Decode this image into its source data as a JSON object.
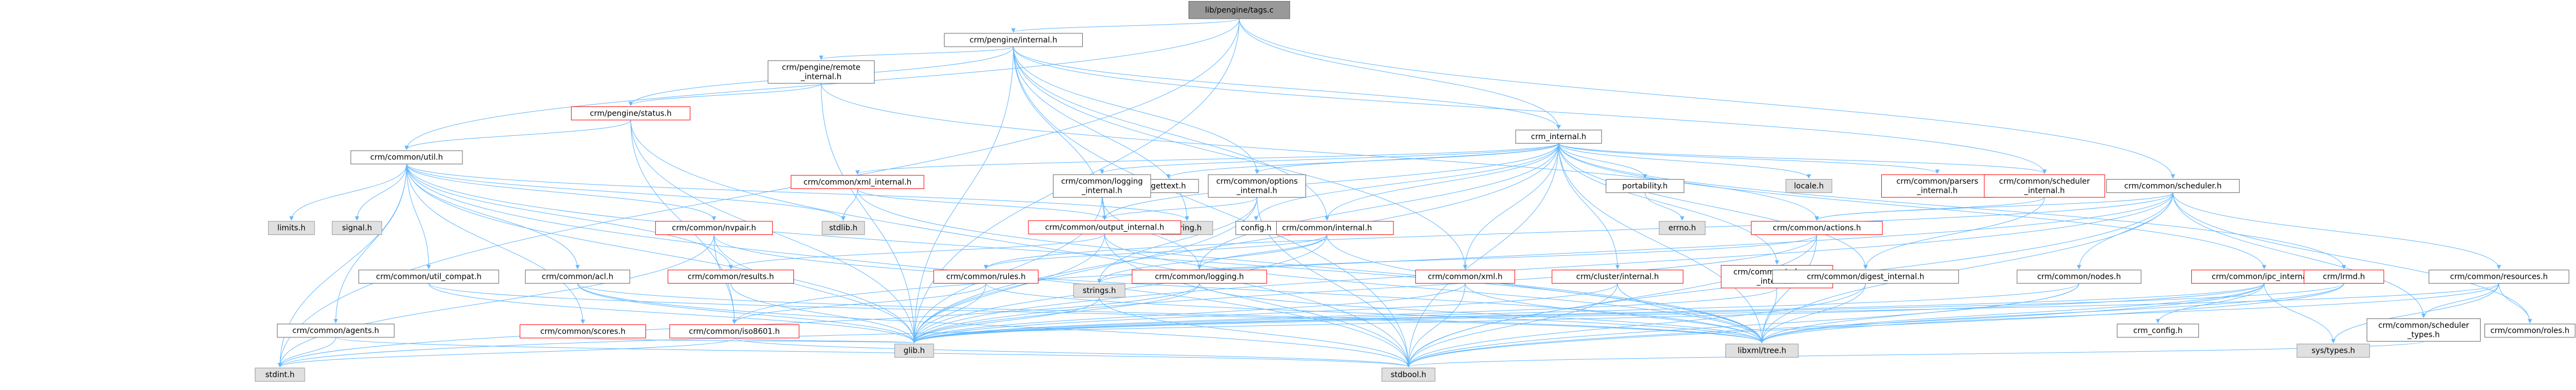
{
  "title": "lib/pengine/tags.c",
  "colors": {
    "root_fill": "#999999",
    "node_fill": "#ffffff",
    "system_fill": "#e0e0e0",
    "border_gray": "#666666",
    "border_sys": "#999999",
    "border_red": "#ff0000",
    "edge": "#63b8ff"
  },
  "nodes": [
    {
      "id": "root",
      "label": "lib/pengine/tags.c",
      "kind": "root"
    },
    {
      "id": "pe_internal",
      "label": "crm/pengine/internal.h",
      "kind": "doc"
    },
    {
      "id": "crm_internal",
      "label": "crm_internal.h",
      "kind": "doc"
    },
    {
      "id": "remote_internal",
      "label": [
        "crm/pengine/remote",
        "_internal.h"
      ],
      "kind": "doc"
    },
    {
      "id": "pe_status",
      "label": "crm/pengine/status.h",
      "kind": "incomplete"
    },
    {
      "id": "util",
      "label": "crm/common/util.h",
      "kind": "doc"
    },
    {
      "id": "scheduler",
      "label": "crm/common/scheduler.h",
      "kind": "doc"
    },
    {
      "id": "xml_internal",
      "label": "crm/common/xml_internal.h",
      "kind": "incomplete"
    },
    {
      "id": "gettext",
      "label": "gettext.h",
      "kind": "doc"
    },
    {
      "id": "logging_internal",
      "label": [
        "crm/common/logging",
        "_internal.h"
      ],
      "kind": "doc"
    },
    {
      "id": "options_internal",
      "label": [
        "crm/common/options",
        "_internal.h"
      ],
      "kind": "doc"
    },
    {
      "id": "portability",
      "label": "portability.h",
      "kind": "doc"
    },
    {
      "id": "locale",
      "label": "locale.h",
      "kind": "system"
    },
    {
      "id": "parsers_internal",
      "label": [
        "crm/common/parsers",
        "_internal.h"
      ],
      "kind": "incomplete"
    },
    {
      "id": "scheduler_internal",
      "label": [
        "crm/common/scheduler",
        "_internal.h"
      ],
      "kind": "incomplete"
    },
    {
      "id": "limits",
      "label": "limits.h",
      "kind": "system"
    },
    {
      "id": "signal",
      "label": "signal.h",
      "kind": "system"
    },
    {
      "id": "stdlib",
      "label": "stdlib.h",
      "kind": "system"
    },
    {
      "id": "string_h",
      "label": "string.h",
      "kind": "system"
    },
    {
      "id": "output_internal",
      "label": "crm/common/output_internal.h",
      "kind": "incomplete"
    },
    {
      "id": "errno",
      "label": "errno.h",
      "kind": "system"
    },
    {
      "id": "actions",
      "label": "crm/common/actions.h",
      "kind": "incomplete"
    },
    {
      "id": "nvpair",
      "label": "crm/common/nvpair.h",
      "kind": "incomplete"
    },
    {
      "id": "common_internal",
      "label": "crm/common/internal.h",
      "kind": "incomplete"
    },
    {
      "id": "util_compat",
      "label": "crm/common/util_compat.h",
      "kind": "doc"
    },
    {
      "id": "acl",
      "label": "crm/common/acl.h",
      "kind": "doc"
    },
    {
      "id": "results",
      "label": "crm/common/results.h",
      "kind": "incomplete"
    },
    {
      "id": "rules",
      "label": "crm/common/rules.h",
      "kind": "incomplete"
    },
    {
      "id": "config",
      "label": "config.h",
      "kind": "doc"
    },
    {
      "id": "strings_h",
      "label": "strings.h",
      "kind": "system"
    },
    {
      "id": "logging",
      "label": "crm/common/logging.h",
      "kind": "incomplete"
    },
    {
      "id": "xml",
      "label": "crm/common/xml.h",
      "kind": "incomplete"
    },
    {
      "id": "cluster_internal",
      "label": "crm/cluster/internal.h",
      "kind": "incomplete"
    },
    {
      "id": "schemas_internal",
      "label": [
        "crm/common/schemas",
        "_internal.h"
      ],
      "kind": "incomplete"
    },
    {
      "id": "digest_internal",
      "label": "crm/common/digest_internal.h",
      "kind": "doc"
    },
    {
      "id": "nodes",
      "label": "crm/common/nodes.h",
      "kind": "doc"
    },
    {
      "id": "ipc_internal",
      "label": "crm/common/ipc_internal.h",
      "kind": "incomplete"
    },
    {
      "id": "fmrd",
      "label": "crm/lrmd.h",
      "kind": "incomplete"
    },
    {
      "id": "resources",
      "label": "crm/common/resources.h",
      "kind": "doc"
    },
    {
      "id": "agents",
      "label": "crm/common/agents.h",
      "kind": "doc"
    },
    {
      "id": "scores",
      "label": "crm/common/scores.h",
      "kind": "incomplete"
    },
    {
      "id": "iso8601",
      "label": "crm/common/iso8601.h",
      "kind": "incomplete"
    },
    {
      "id": "glib",
      "label": "glib.h",
      "kind": "system"
    },
    {
      "id": "libxml",
      "label": "libxml/tree.h",
      "kind": "system"
    },
    {
      "id": "crm_config",
      "label": "crm_config.h",
      "kind": "doc"
    },
    {
      "id": "systypes",
      "label": "sys/types.h",
      "kind": "system"
    },
    {
      "id": "sched_types",
      "label": [
        "crm/common/scheduler",
        "_types.h"
      ],
      "kind": "doc"
    },
    {
      "id": "roles",
      "label": "crm/common/roles.h",
      "kind": "doc"
    },
    {
      "id": "stdint",
      "label": "stdint.h",
      "kind": "system"
    },
    {
      "id": "stdbool",
      "label": "stdbool.h",
      "kind": "system"
    }
  ]
}
